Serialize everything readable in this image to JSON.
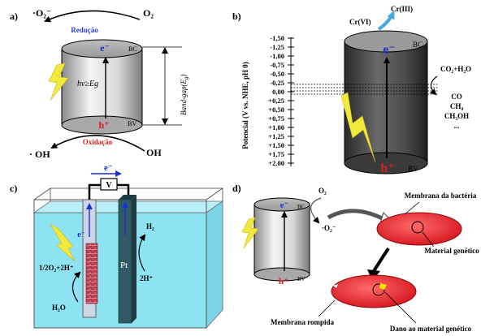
{
  "panels": {
    "a": {
      "label": "a)",
      "o2_radical": "·O₂⁻",
      "o2": "O₂",
      "reducao": "Redução",
      "electron": "e⁻",
      "bc": "BC",
      "hv": "hv≥Eg",
      "band_gap": "Band-gap(E",
      "band_gap_sub": "g",
      "band_gap_close": ")",
      "hole": "h⁺",
      "bv": "BV",
      "oxidacao": "Oxidação",
      "oh_radical": "· OH",
      "oh": "OH"
    },
    "b": {
      "label": "b)",
      "cr6": "Cr(VI)",
      "cr3": "Cr(III)",
      "axis_title": "Potencial (V  vs. NHE, pH 0)",
      "ticks": [
        "-1,50",
        "-1,25",
        "-1,00",
        "-0,75",
        "-0,50",
        "-0,25",
        "0,00",
        "+0,25",
        "+0,50",
        "+0,75",
        "+1,00",
        "+1,25",
        "+1,50",
        "+1,75",
        "+2,00"
      ],
      "bc": "BC",
      "electron": "e⁻",
      "hole": "h⁺",
      "bv": "BV",
      "co2_h2o": "CO₂+H₂O",
      "products": [
        "CO",
        "CH₄",
        "CH₃OH",
        "..."
      ]
    },
    "c": {
      "label": "c)",
      "electron_top": "e⁻",
      "voltmeter": "V",
      "electron_left": "e⁻",
      "h2": "H₂",
      "pt": "Pt",
      "left_reaction": "1/2O₂+2H⁺",
      "right_reaction": "2H⁺",
      "h2o": "H₂O"
    },
    "d": {
      "label": "d)",
      "o2": "O₂",
      "o2_radical": "·O₂⁻",
      "electron": "e⁻",
      "bc": "BC",
      "hole": "h⁺",
      "bv": "BV",
      "membrane_label": "Membrana da bactéria",
      "genetic_label": "Material genético",
      "broken_label": "Membrana rompida",
      "damage_label": "Dano ao material genético"
    }
  },
  "colors": {
    "reducao": "#2b3bd6",
    "oxidacao": "#d42020",
    "electron": "#1a2fd0",
    "hole": "#d42020",
    "lightning": "#f2ea3a",
    "water": "#8ee3f2",
    "bacteria": "#e8141e",
    "cr_arrow": "#3fa9e0"
  }
}
